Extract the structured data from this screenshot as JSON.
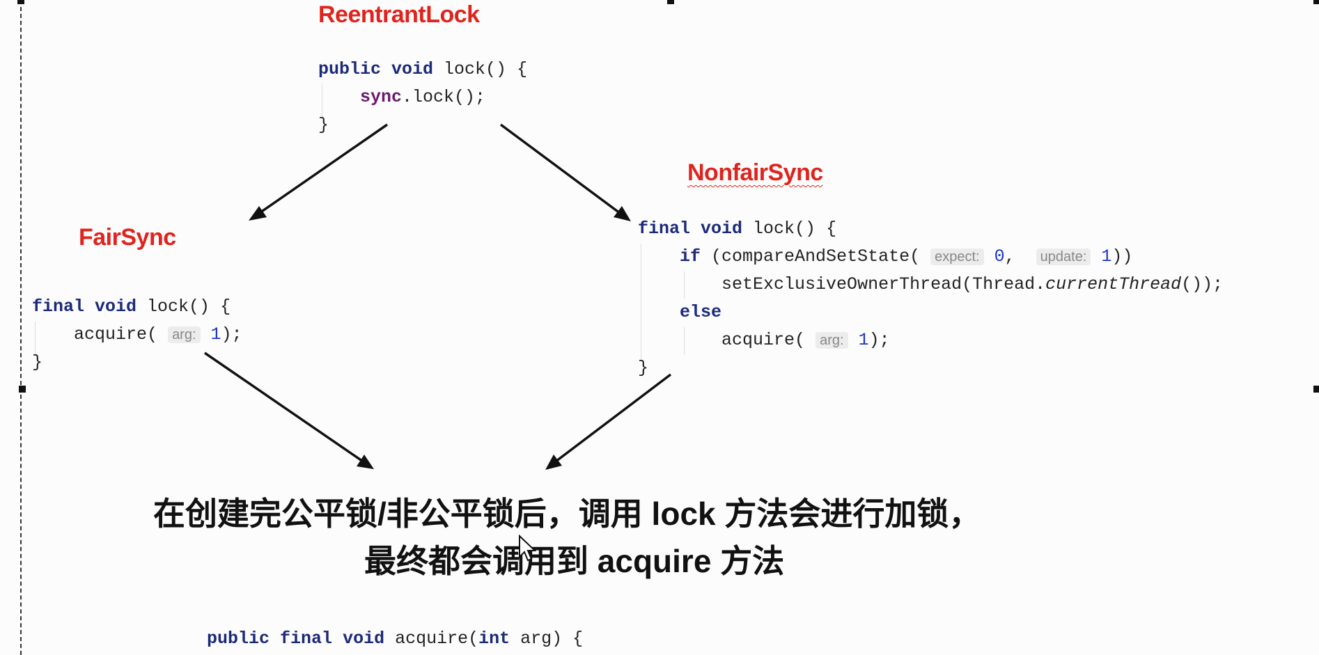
{
  "reentrant": {
    "title": "ReentrantLock",
    "line1_kw1": "public",
    "line1_kw2": "void",
    "line1_rest": " lock() {",
    "line2_field": "sync",
    "line2_rest": ".lock();",
    "line3": "}"
  },
  "fair": {
    "title": "FairSync",
    "line1_kw1": "final",
    "line1_kw2": "void",
    "line1_rest": " lock() {",
    "line2_call": "acquire(",
    "line2_hint": "arg:",
    "line2_num": "1",
    "line2_end": ");",
    "line3": "}"
  },
  "nonfair": {
    "title": "NonfairSync",
    "line1_kw1": "final",
    "line1_kw2": "void",
    "line1_rest": " lock() {",
    "line2_kw": "if",
    "line2_call": " (compareAndSetState(",
    "line2_hint1": "expect:",
    "line2_num1": "0",
    "line2_sep": ",",
    "line2_hint2": "update:",
    "line2_num2": "1",
    "line2_end": "))",
    "line3_call": "setExclusiveOwnerThread(Thread.",
    "line3_italic": "currentThread",
    "line3_end": "());",
    "line4_kw": "else",
    "line5_call": "acquire(",
    "line5_hint": "arg:",
    "line5_num": "1",
    "line5_end": ");",
    "line6": "}"
  },
  "caption": {
    "line1": "在创建完公平锁/非公平锁后，调用 lock 方法会进行加锁，",
    "line2": "最终都会调用到 acquire 方法"
  },
  "acquire": {
    "kw1": "public",
    "kw2": "final",
    "kw3": "void",
    "name": " acquire(",
    "kw4": "int",
    "rest": " arg) {"
  }
}
